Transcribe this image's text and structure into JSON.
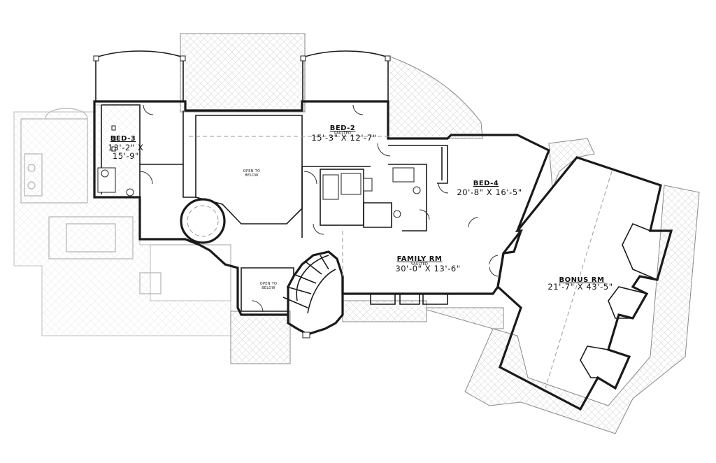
{
  "rooms": {
    "bed3": {
      "name": "BED-3",
      "dim_line1": "13'-2\" X",
      "dim_line2": "15'-9\""
    },
    "bed2": {
      "name": "BED-2",
      "note": "VAULTED",
      "dim": "15'-3\" X 12'-7\""
    },
    "bed4": {
      "name": "BED-4",
      "dim": "20'-8\" X 16'-5\""
    },
    "family": {
      "name": "FAMILY RM",
      "note": "VAULTED",
      "dim": "30'-0\" X 13'-6\""
    },
    "bonus": {
      "name": "BONUS RM",
      "dim": "21'-7\" X 43'-5\""
    },
    "open_upper": {
      "line1": "OPEN TO",
      "line2": "BELOW"
    },
    "open_lower": {
      "line1": "OPEN TO",
      "line2": "BELOW"
    }
  }
}
